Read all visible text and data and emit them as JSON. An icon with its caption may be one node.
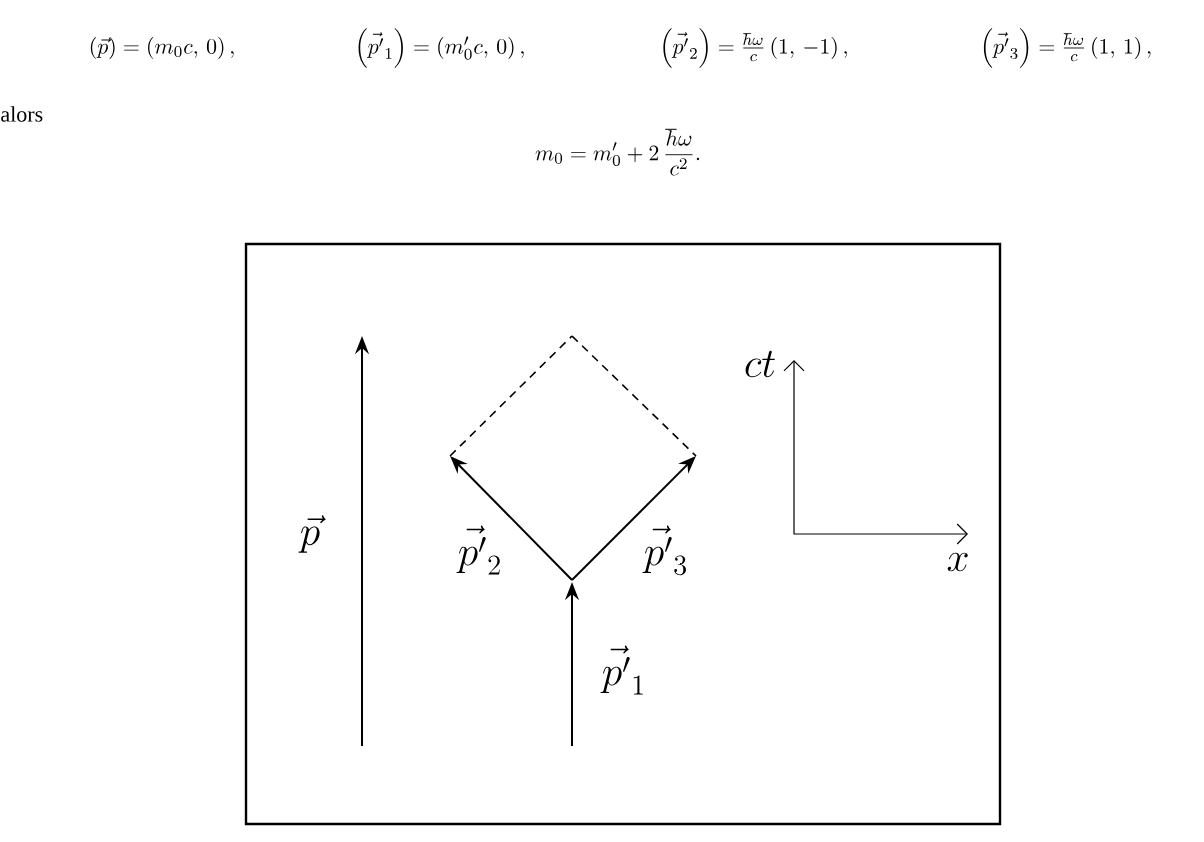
{
  "diagram": {
    "labels": [
      "(\\vec{p}) = (m_0 c,\\, 0)\\,,",
      "\\left(\\vec{p'}_1\\right) = (m'_0 c,\\, 0)\\,,",
      "\\left(\\vec{p'}_2\\right) = \\frac{\\hbar\\omega}{c}\\,(1,\\,-1)\\,,",
      "\\left(\\vec{p'}_3\\right) = \\frac{\\hbar\\omega}{c}\\,(1,\\,1)\\,,",
      "alors",
      "m_0 = m'_0 + 2\\,\\frac{\\hbar\\omega}{c^2}.",
      "ct",
      "\\vec{p}",
      "\\vec{p'}_2",
      "\\vec{p'}_3",
      "x",
      "\\vec{p'}_1"
    ]
  }
}
